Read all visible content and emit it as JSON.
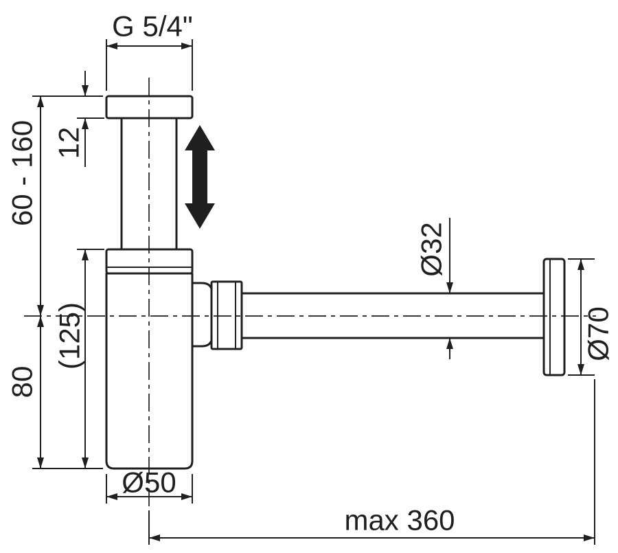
{
  "drawing": {
    "labels": {
      "thread_size": "G 5/4\"",
      "flange_thickness": "12",
      "adjustable_height": "60 - 160",
      "trap_body_height": "80",
      "overall_height": "(125)",
      "body_diameter": "Ø50",
      "outlet_pipe_diameter": "Ø32",
      "wall_rosette_diameter": "Ø70",
      "max_outlet_length": "max 360"
    },
    "colors": {
      "line": "#1f1f1f",
      "background": "#ffffff"
    }
  }
}
